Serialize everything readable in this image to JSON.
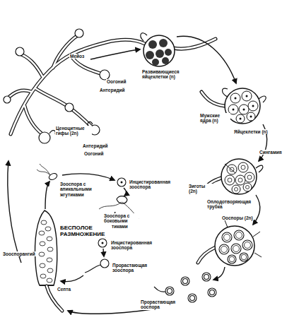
{
  "diagram": {
    "labels": [
      "Мейоз",
      "Оогоний",
      "Антеридий",
      "Развивающиеся яйцеклетки (n)",
      "Мужские ядра (n)",
      "Яйцеклетки (n)",
      "Сингамия",
      "Зиготы (2n)",
      "Оплодотворяющая трубка",
      "Ооспоры (2n)",
      "Прорастающая ооспора",
      "Ценоцитные гифы (2n)",
      "Антеридий",
      "Оогоний",
      "Зооспора с апикальными жгутиками",
      "Инцистированная зооспора",
      "Зооспора с боковыми жгутиками",
      "БЕСПОЛОЕ РАЗМНОЖЕНИЕ",
      "Зооспорангий",
      "Инцистированная зооспора",
      "Прорастающая зооспора",
      "Септа"
    ]
  }
}
